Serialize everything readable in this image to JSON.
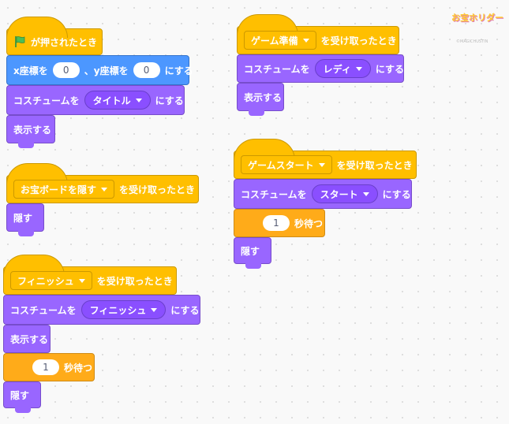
{
  "logo": {
    "text": "お宝ホリダー",
    "sub": "©MAGICHUSTIN"
  },
  "s1": {
    "flag": "が押されたとき",
    "goto_x": "x座標を",
    "goto_y": "、y座標を",
    "x": "0",
    "y": "0",
    "goto_end": "にする",
    "costume": "コスチュームを",
    "costume_val": "タイトル",
    "set": "にする",
    "show": "表示する"
  },
  "s2": {
    "msg": "お宝ボードを隠す",
    "recv": "を受け取ったとき",
    "hide": "隠す"
  },
  "s3": {
    "msg": "フィニッシュ",
    "recv": "を受け取ったとき",
    "costume": "コスチュームを",
    "costume_val": "フィニッシュ",
    "set": "にする",
    "show": "表示する",
    "wait": "1",
    "wait_lbl": "秒待つ",
    "hide": "隠す"
  },
  "s4": {
    "msg": "ゲーム準備",
    "recv": "を受け取ったとき",
    "costume": "コスチュームを",
    "costume_val": "レディ",
    "set": "にする",
    "show": "表示する"
  },
  "s5": {
    "msg": "ゲームスタート",
    "recv": "を受け取ったとき",
    "costume": "コスチュームを",
    "costume_val": "スタート",
    "set": "にする",
    "wait": "1",
    "wait_lbl": "秒待つ",
    "hide": "隠す"
  }
}
